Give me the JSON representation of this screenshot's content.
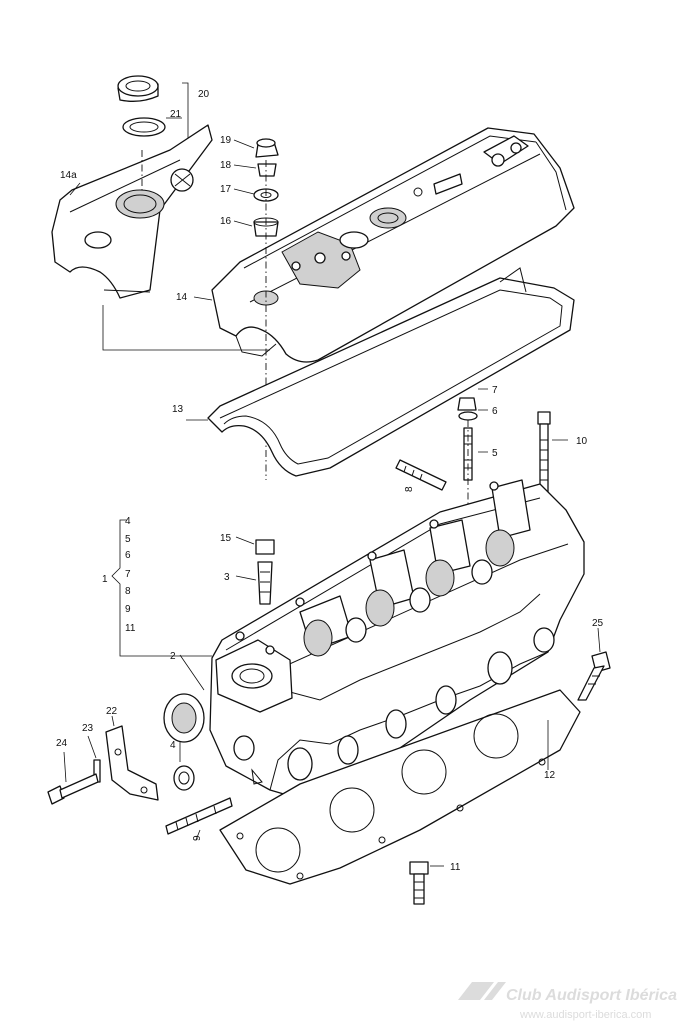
{
  "part_labels": {
    "p20": "20",
    "p21": "21",
    "p19": "19",
    "p18": "18",
    "p17": "17",
    "p16": "16",
    "p14a": "14a",
    "p14": "14",
    "p13": "13",
    "p7": "7",
    "p6": "6",
    "p10": "10",
    "p5": "5",
    "p8": "8",
    "p15": "15",
    "p3": "3",
    "p1": "1",
    "b4": "4",
    "b5": "5",
    "b6": "6",
    "b7": "7",
    "b8": "8",
    "b9": "9",
    "b11": "11",
    "p2": "2",
    "p25": "25",
    "p22": "22",
    "p23": "23",
    "p24": "24",
    "p4": "4",
    "p9": "9",
    "p12": "12",
    "p11": "11"
  },
  "watermark": {
    "title": "Club Audisport Ibérica",
    "url": "www.audisport-iberica.com",
    "color": "#dcdcdc"
  }
}
